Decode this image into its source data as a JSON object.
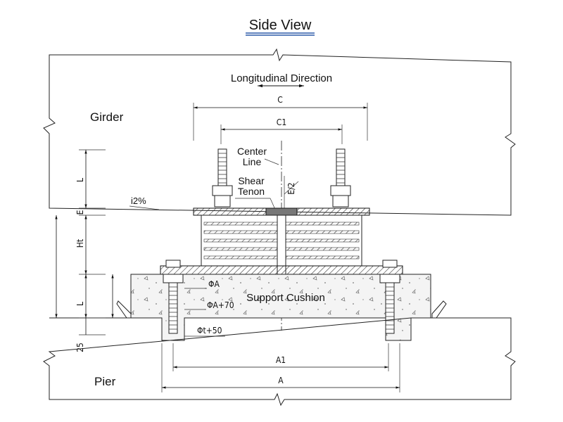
{
  "title": "Side View",
  "labels": {
    "direction": "Longitudinal Direction",
    "girder": "Girder",
    "pier": "Pier",
    "center_line_1": "Center",
    "center_line_2": "Line",
    "shear_tenon_1": "Shear",
    "shear_tenon_2": "Tenon",
    "support_cushion": "Support Cushion",
    "slope": "i2%"
  },
  "dimensions": {
    "c": "C",
    "c1": "C1",
    "a": "A",
    "a1": "A1",
    "l_top": "L",
    "e": "E",
    "ht": "Ht",
    "l_bottom": "L",
    "d25": "25",
    "e_half": "E/2",
    "phi_a": "ΦA",
    "phi_a70": "ΦA+70",
    "phi_t50": "Φt+50"
  },
  "colors": {
    "line": "#222222",
    "title_underline": "#2b5aa8",
    "concrete": "#f3f3f3"
  }
}
